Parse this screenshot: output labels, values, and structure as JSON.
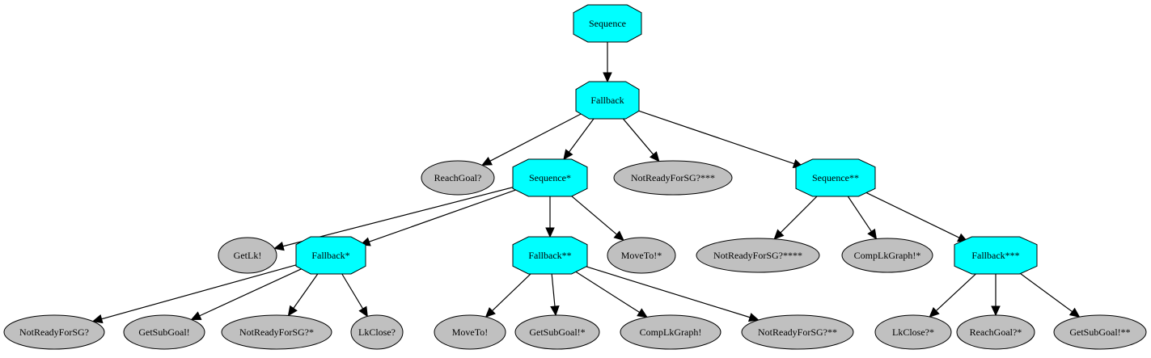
{
  "colors": {
    "control_fill": "#00ffff",
    "leaf_fill": "#c0c0c0",
    "stroke": "#000000",
    "background": "#ffffff"
  },
  "nodes": [
    {
      "id": "seq",
      "label": "Sequence",
      "kind": "control"
    },
    {
      "id": "fb",
      "label": "Fallback",
      "kind": "control"
    },
    {
      "id": "reachgoal",
      "label": "ReachGoal?",
      "kind": "leaf"
    },
    {
      "id": "seq1",
      "label": "Sequence*",
      "kind": "control"
    },
    {
      "id": "nrsg3",
      "label": "NotReadyForSG?***",
      "kind": "leaf"
    },
    {
      "id": "seq2",
      "label": "Sequence**",
      "kind": "control"
    },
    {
      "id": "getlk",
      "label": "GetLk!",
      "kind": "leaf"
    },
    {
      "id": "fb1",
      "label": "Fallback*",
      "kind": "control"
    },
    {
      "id": "fb2",
      "label": "Fallback**",
      "kind": "control"
    },
    {
      "id": "moveto1",
      "label": "MoveTo!*",
      "kind": "leaf"
    },
    {
      "id": "nrsg4",
      "label": "NotReadyForSG?****",
      "kind": "leaf"
    },
    {
      "id": "complk1",
      "label": "CompLkGraph!*",
      "kind": "leaf"
    },
    {
      "id": "fb3",
      "label": "Fallback***",
      "kind": "control"
    },
    {
      "id": "nrsg0",
      "label": "NotReadyForSG?",
      "kind": "leaf"
    },
    {
      "id": "getsub0",
      "label": "GetSubGoal!",
      "kind": "leaf"
    },
    {
      "id": "nrsg1",
      "label": "NotReadyForSG?*",
      "kind": "leaf"
    },
    {
      "id": "lkclose0",
      "label": "LkClose?",
      "kind": "leaf"
    },
    {
      "id": "moveto0",
      "label": "MoveTo!",
      "kind": "leaf"
    },
    {
      "id": "getsub1",
      "label": "GetSubGoal!*",
      "kind": "leaf"
    },
    {
      "id": "complk0",
      "label": "CompLkGraph!",
      "kind": "leaf"
    },
    {
      "id": "nrsg2",
      "label": "NotReadyForSG?**",
      "kind": "leaf"
    },
    {
      "id": "lkclose1",
      "label": "LkClose?*",
      "kind": "leaf"
    },
    {
      "id": "reachgoal1",
      "label": "ReachGoal?*",
      "kind": "leaf"
    },
    {
      "id": "getsub2",
      "label": "GetSubGoal!**",
      "kind": "leaf"
    }
  ],
  "edges": [
    [
      "seq",
      "fb"
    ],
    [
      "fb",
      "reachgoal"
    ],
    [
      "fb",
      "seq1"
    ],
    [
      "fb",
      "nrsg3"
    ],
    [
      "fb",
      "seq2"
    ],
    [
      "seq1",
      "getlk"
    ],
    [
      "seq1",
      "fb1"
    ],
    [
      "seq1",
      "fb2"
    ],
    [
      "seq1",
      "moveto1"
    ],
    [
      "seq2",
      "nrsg4"
    ],
    [
      "seq2",
      "complk1"
    ],
    [
      "seq2",
      "fb3"
    ],
    [
      "fb1",
      "nrsg0"
    ],
    [
      "fb1",
      "getsub0"
    ],
    [
      "fb1",
      "nrsg1"
    ],
    [
      "fb1",
      "lkclose0"
    ],
    [
      "fb2",
      "moveto0"
    ],
    [
      "fb2",
      "getsub1"
    ],
    [
      "fb2",
      "complk0"
    ],
    [
      "fb2",
      "nrsg2"
    ],
    [
      "fb3",
      "lkclose1"
    ],
    [
      "fb3",
      "reachgoal1"
    ],
    [
      "fb3",
      "getsub2"
    ]
  ]
}
